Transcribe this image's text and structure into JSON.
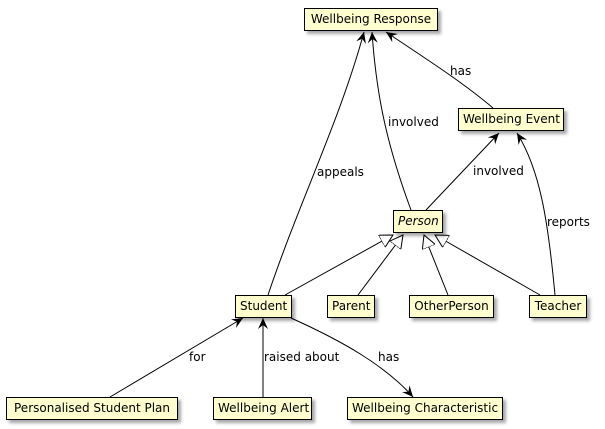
{
  "nodes": {
    "wellbeing_response": "Wellbeing Response",
    "wellbeing_event": "Wellbeing Event",
    "person": "Person",
    "student": "Student",
    "parent": "Parent",
    "other_person": "OtherPerson",
    "teacher": "Teacher",
    "personalised_student_plan": "Personalised Student Plan",
    "wellbeing_alert": "Wellbeing Alert",
    "wellbeing_characteristic": "Wellbeing Characteristic"
  },
  "edges": {
    "event_has_response": "has",
    "person_involved_response": "involved",
    "person_involved_event": "involved",
    "student_appeals_response": "appeals",
    "teacher_reports_event": "reports",
    "plan_for_student": "for",
    "alert_raised_about_student": "raised about",
    "student_has_characteristic": "has"
  },
  "colors": {
    "node_fill": "#fefece",
    "node_border": "#000000",
    "edge": "#000000"
  }
}
